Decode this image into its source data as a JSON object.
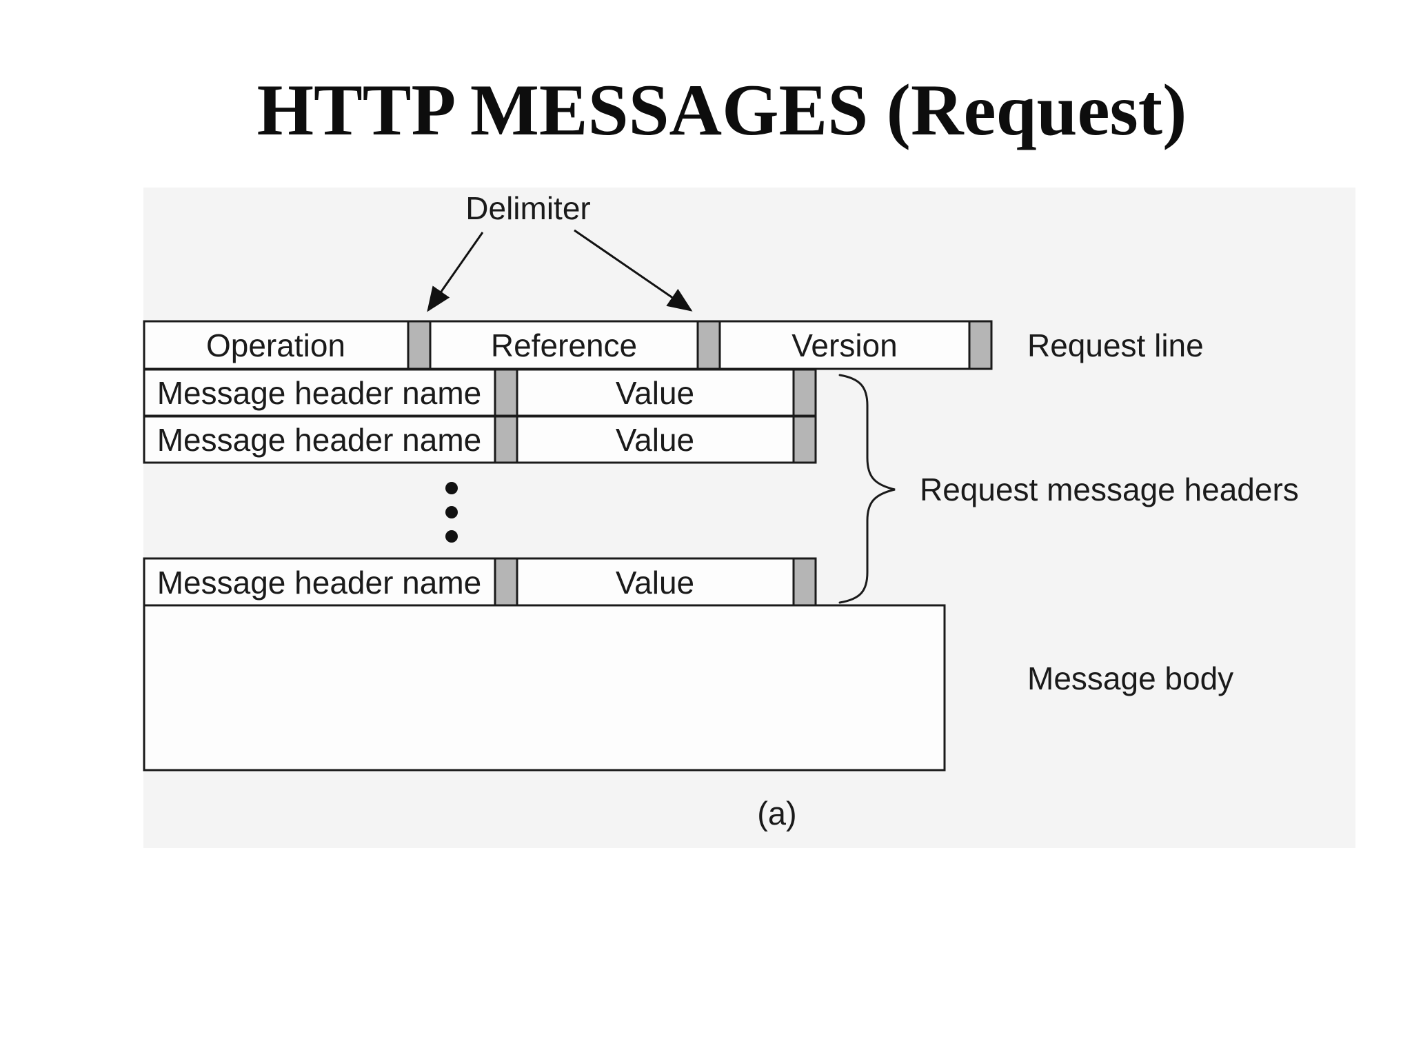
{
  "title": "HTTP MESSAGES (Request)",
  "diagram": {
    "delimiter_label": "Delimiter",
    "request_line": {
      "cells": [
        "Operation",
        "Reference",
        "Version"
      ],
      "label": "Request line"
    },
    "header_rows": [
      {
        "name": "Message header name",
        "value": "Value"
      },
      {
        "name": "Message header name",
        "value": "Value"
      },
      {
        "name": "Message header name",
        "value": "Value"
      }
    ],
    "headers_group_label": "Request message headers",
    "message_body_label": "Message body",
    "caption": "(a)"
  },
  "colors": {
    "delimiter_fill": "#b5b5b5",
    "border": "#1a1a1a",
    "canvas_bg": "#f4f4f4",
    "cell_bg": "#fdfdfd"
  }
}
